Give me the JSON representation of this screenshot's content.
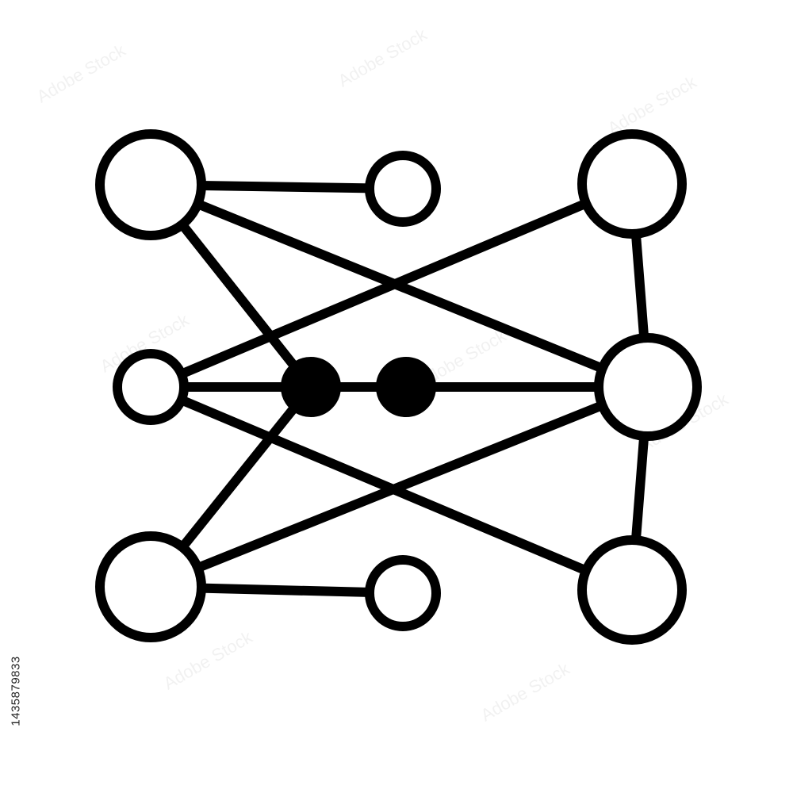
{
  "diagram": {
    "title": "",
    "nodes": [
      {
        "id": "top-left",
        "style": "hollow",
        "size": "large"
      },
      {
        "id": "top-middle",
        "style": "hollow",
        "size": "small"
      },
      {
        "id": "top-right",
        "style": "hollow",
        "size": "large"
      },
      {
        "id": "mid-left",
        "style": "hollow",
        "size": "small"
      },
      {
        "id": "center-dot-1",
        "style": "filled",
        "size": "small"
      },
      {
        "id": "center-dot-2",
        "style": "filled",
        "size": "small"
      },
      {
        "id": "mid-right",
        "style": "hollow",
        "size": "large"
      },
      {
        "id": "bottom-left",
        "style": "hollow",
        "size": "large"
      },
      {
        "id": "bottom-middle",
        "style": "hollow",
        "size": "small"
      },
      {
        "id": "bottom-right",
        "style": "hollow",
        "size": "large"
      }
    ],
    "edges": [
      [
        "top-left",
        "top-middle"
      ],
      [
        "top-left",
        "mid-right"
      ],
      [
        "top-left",
        "center-dot-1"
      ],
      [
        "mid-left",
        "top-right"
      ],
      [
        "mid-left",
        "center-dot-1"
      ],
      [
        "center-dot-1",
        "center-dot-2"
      ],
      [
        "center-dot-2",
        "mid-right"
      ],
      [
        "mid-left",
        "bottom-right"
      ],
      [
        "center-dot-1",
        "bottom-left"
      ],
      [
        "bottom-left",
        "mid-right"
      ],
      [
        "bottom-left",
        "bottom-middle"
      ],
      [
        "top-right",
        "mid-right"
      ],
      [
        "mid-right",
        "bottom-right"
      ]
    ],
    "colors": {
      "stroke": "#000000",
      "fill_hollow": "#ffffff",
      "fill_solid": "#000000"
    }
  },
  "stock_id": "1435879833",
  "watermark_text": "Adobe Stock"
}
